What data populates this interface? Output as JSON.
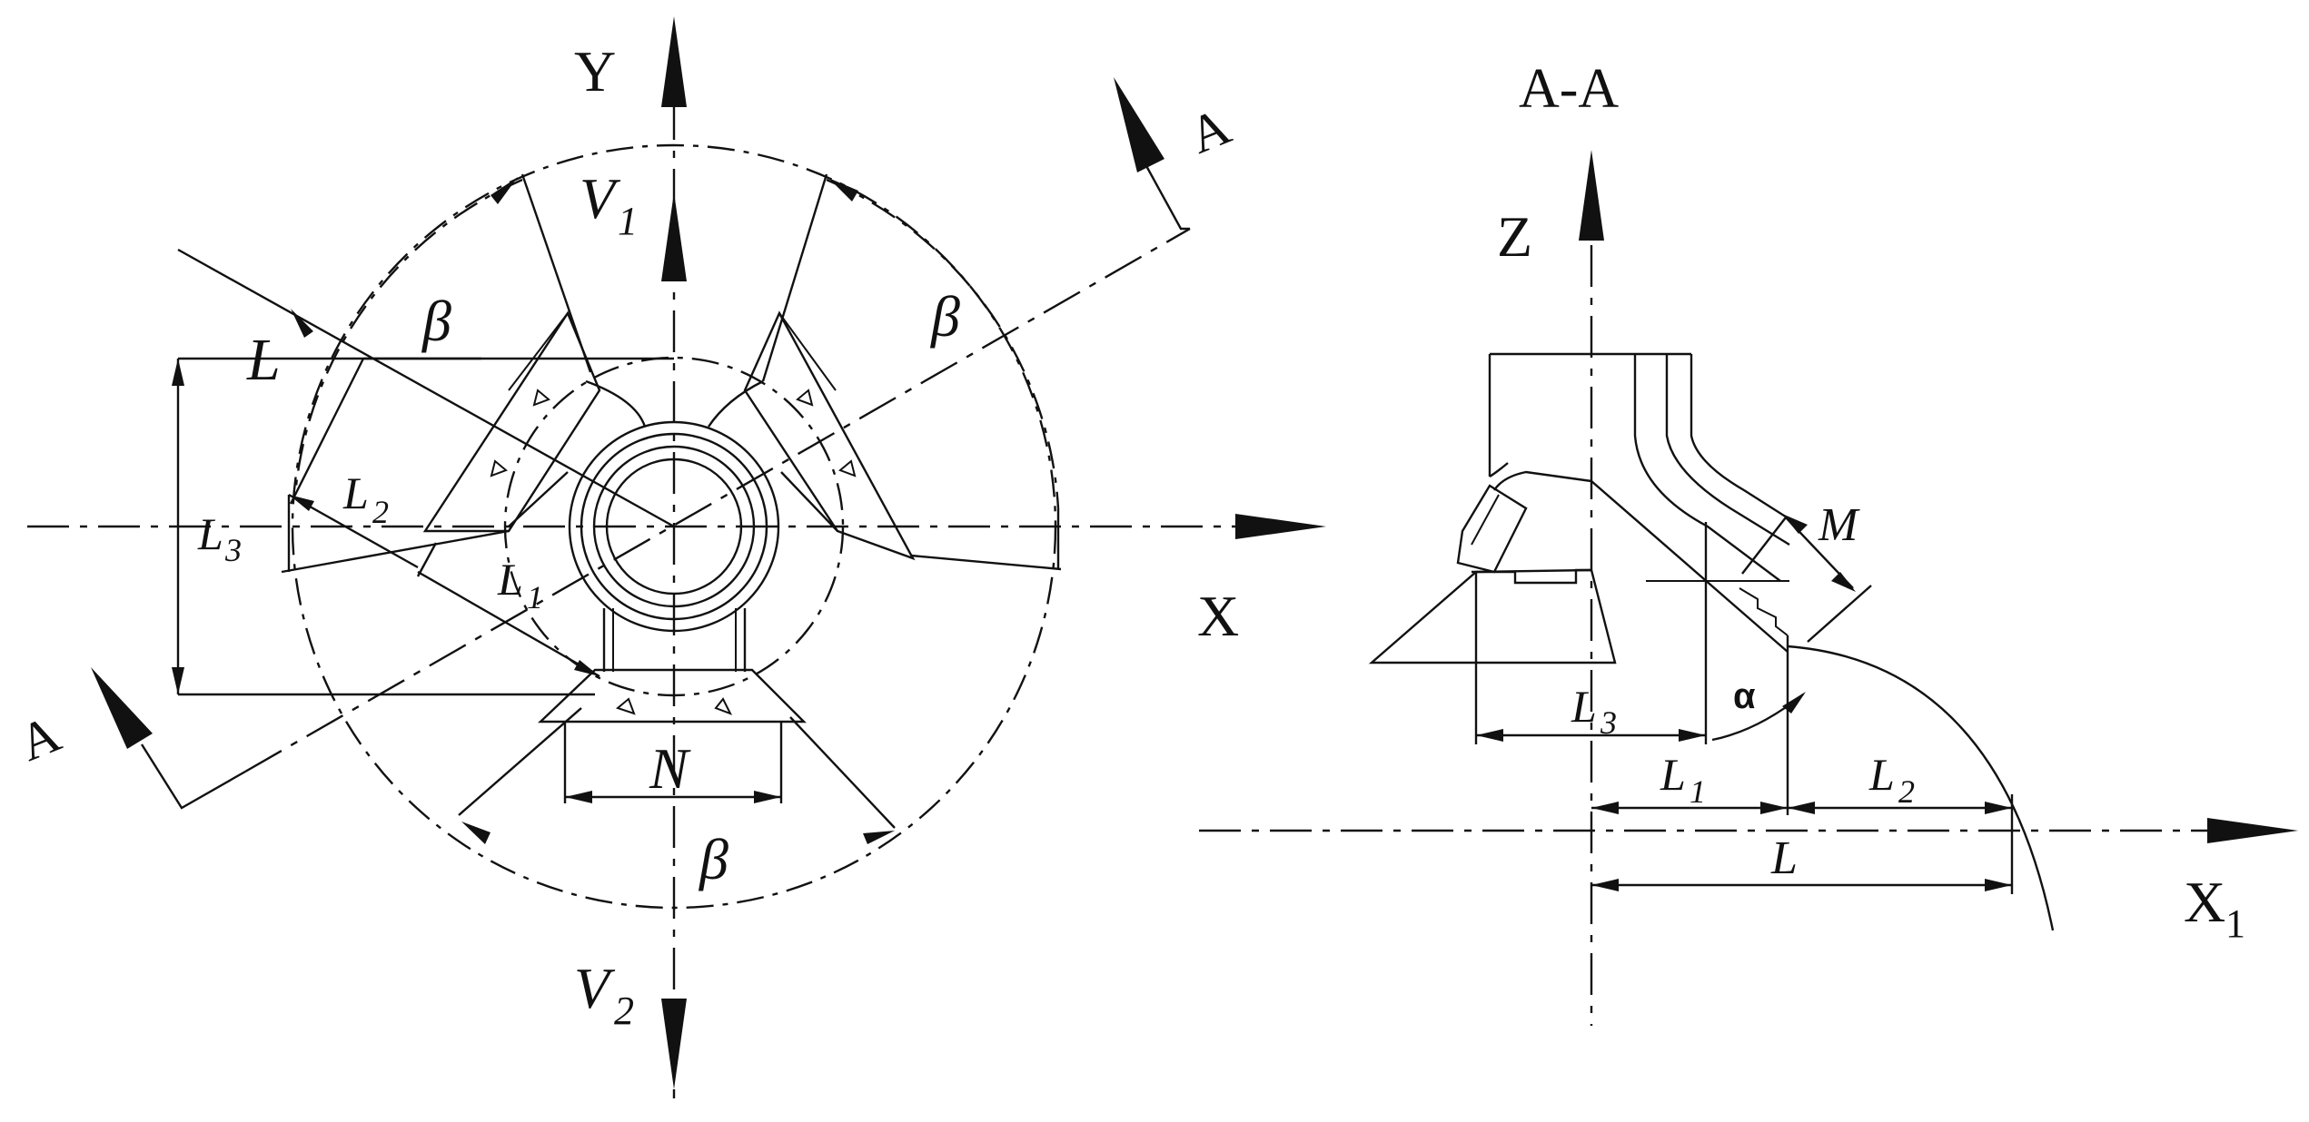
{
  "labels": {
    "axis_y": "Y",
    "axis_x": "X",
    "axis_z": "Z",
    "axis_x1_main": "X",
    "axis_x1_sub": "1",
    "section_mark_top": "A",
    "section_mark_bottom": "A",
    "section_title": "A-A",
    "v1_main": "V",
    "v1_sub": "1",
    "v2_main": "V",
    "v2_sub": "2",
    "beta_left": "β",
    "beta_right": "β",
    "beta_bottom": "β",
    "dim_L_left": "L",
    "dim_L2_left_main": "L",
    "dim_L2_left_sub": "2",
    "dim_L3_left_main": "L",
    "dim_L3_left_sub": "3",
    "dim_L1_left_main": "L",
    "dim_L1_left_sub": "1",
    "dim_N": "N",
    "dim_M": "M",
    "alpha": "α",
    "dim_L3_right_main": "L",
    "dim_L3_right_sub": "3",
    "dim_L1_right_main": "L",
    "dim_L1_right_sub": "1",
    "dim_L2_right_main": "L",
    "dim_L2_right_sub": "2",
    "dim_L_right": "L"
  }
}
